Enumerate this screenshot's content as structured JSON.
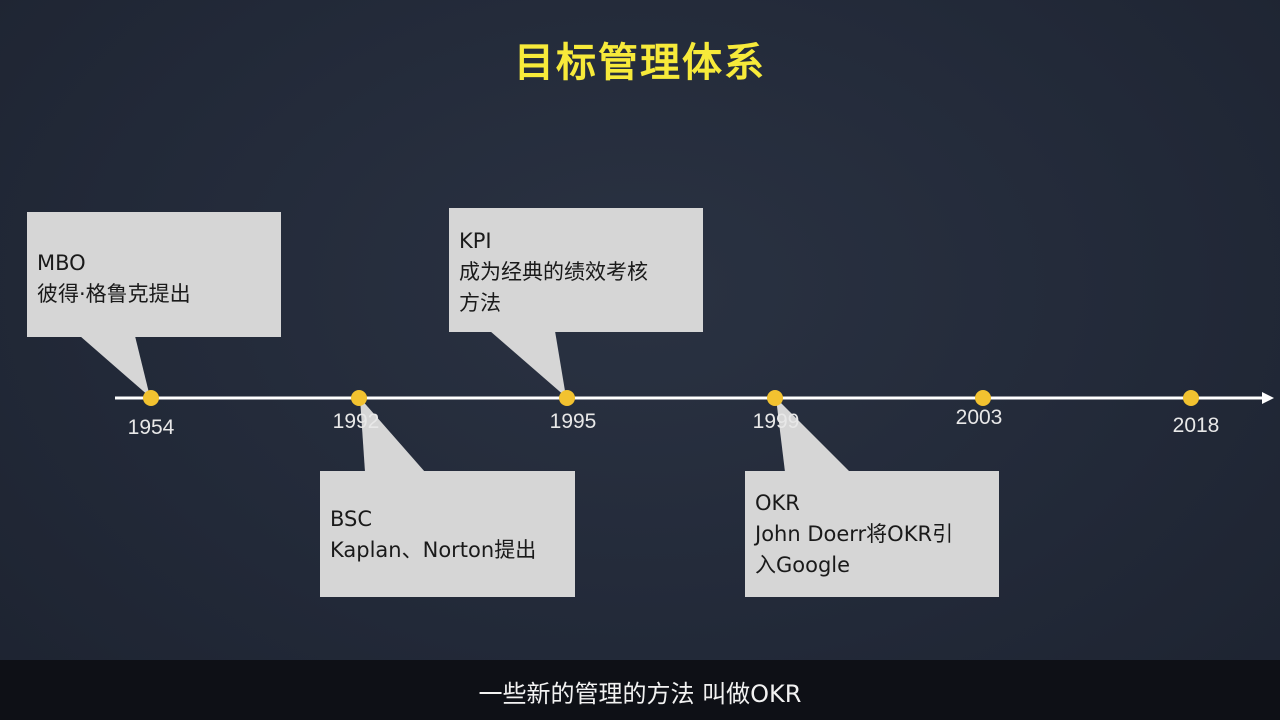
{
  "slide": {
    "title": "目标管理体系",
    "accent_color": "#f7ea3a",
    "dot_color": "#f2c230",
    "callout_color": "#d6d6d6"
  },
  "timeline": {
    "years": [
      "1954",
      "1992",
      "1995",
      "1999",
      "2003",
      "2018"
    ],
    "events": [
      {
        "year": "1954",
        "name": "MBO",
        "desc": [
          "彼得·格鲁克提出"
        ]
      },
      {
        "year": "1992",
        "name": "BSC",
        "desc": [
          "Kaplan、Norton提出"
        ]
      },
      {
        "year": "1995",
        "name": "KPI",
        "desc": [
          "成为经典的绩效考核",
          "方法"
        ]
      },
      {
        "year": "1999",
        "name": "OKR",
        "desc": [
          "John Doerr将OKR引",
          "入Google"
        ]
      }
    ]
  },
  "subtitle": "一些新的管理的方法 叫做OKR"
}
